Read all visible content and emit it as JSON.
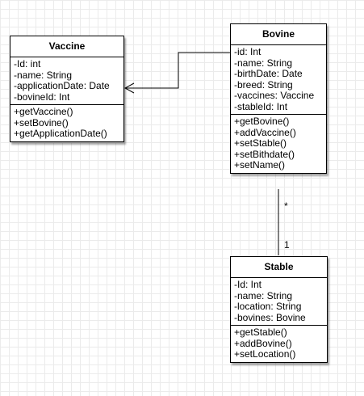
{
  "classes": {
    "vaccine": {
      "name": "Vaccine",
      "attributes": [
        "-Id: int",
        "-name: String",
        "-applicationDate: Date",
        "-bovineId: Int"
      ],
      "methods": [
        "+getVaccine()",
        "+setBovine()",
        "+getApplicationDate()"
      ]
    },
    "bovine": {
      "name": "Bovine",
      "attributes": [
        "-id: Int",
        "-name: String",
        "-birthDate: Date",
        "-breed: String",
        "-vaccines: Vaccine",
        "-stableId: Int"
      ],
      "methods": [
        "+getBovine()",
        "+addVaccine()",
        "+setStable()",
        "+setBithdate()",
        "+setName()"
      ]
    },
    "stable": {
      "name": "Stable",
      "attributes": [
        "-Id: Int",
        "-name: String",
        "-location: String",
        "-bovines: Bovine"
      ],
      "methods": [
        "+getStable()",
        "+addBovine()",
        "+setLocation()"
      ]
    }
  },
  "associations": {
    "bovine_stable": {
      "bovine_multiplicity": "*",
      "stable_multiplicity": "1"
    }
  },
  "colors": {
    "line": "#000000",
    "grid": "#ebebeb",
    "background": "#ffffff"
  }
}
